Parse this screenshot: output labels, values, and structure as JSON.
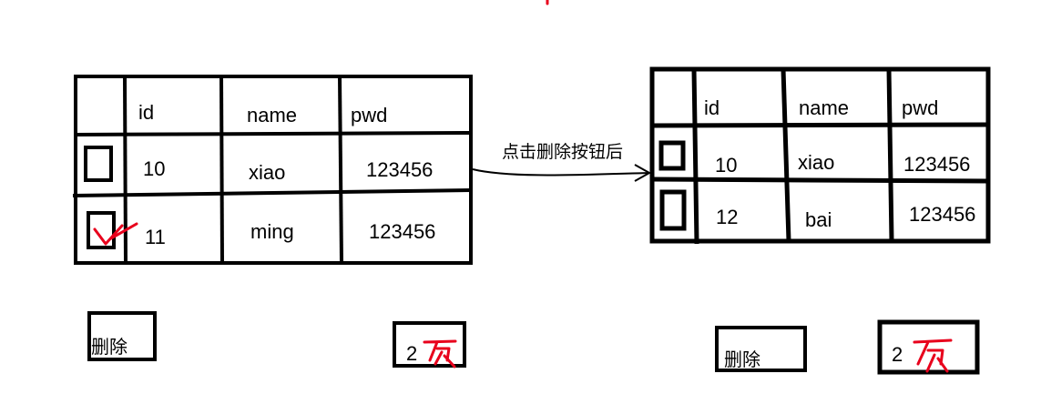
{
  "before_table": {
    "headers": [
      "id",
      "name",
      "pwd"
    ],
    "rows": [
      {
        "id": "10",
        "name": "xiao",
        "pwd": "123456",
        "checked": false
      },
      {
        "id": "11",
        "name": "ming",
        "pwd": "123456",
        "checked": true
      }
    ]
  },
  "after_table": {
    "headers": [
      "id",
      "name",
      "pwd"
    ],
    "rows": [
      {
        "id": "10",
        "name": "xiao",
        "pwd": "123456"
      },
      {
        "id": "12",
        "name": "bai",
        "pwd": "123456"
      }
    ]
  },
  "arrow_label": "点击删除按钮后",
  "before_delete_button": "删除",
  "after_delete_button": "删除",
  "before_page_indicator": {
    "number": "2",
    "unit": "页"
  },
  "after_page_indicator": {
    "number": "2",
    "unit": "页"
  },
  "colors": {
    "ink": "#000000",
    "annotation": "#e8001c",
    "background": "#ffffff"
  }
}
